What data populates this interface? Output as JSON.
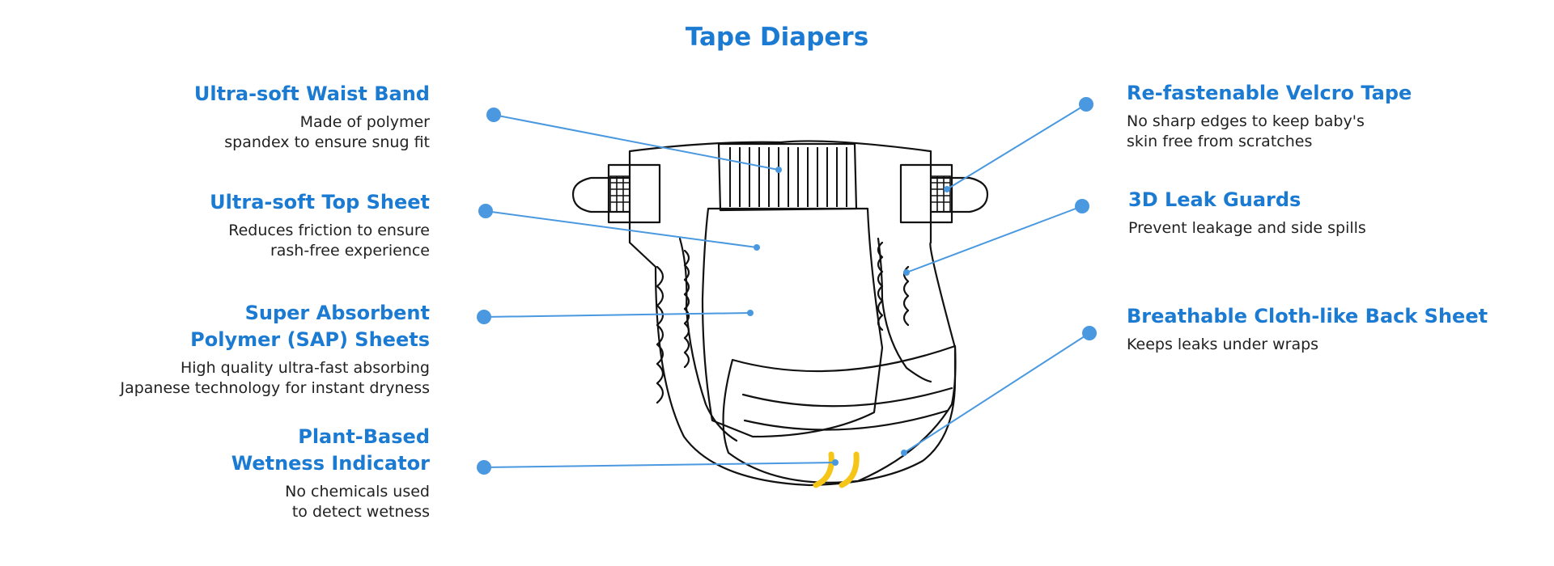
{
  "title": "Tape Diapers",
  "accent_color": "#1b7ad1",
  "marker_color": "#4a99e0",
  "indicator_color": "#f5c518",
  "features": {
    "waist_band": {
      "title": "Ultra-soft Waist Band",
      "desc": [
        "Made of polymer",
        "spandex to ensure snug fit"
      ]
    },
    "top_sheet": {
      "title": "Ultra-soft Top Sheet",
      "desc": [
        "Reduces friction to ensure",
        "rash-free experience"
      ]
    },
    "sap": {
      "title": [
        "Super Absorbent",
        "Polymer (SAP) Sheets"
      ],
      "desc": [
        "High quality ultra-fast absorbing",
        "Japanese technology for instant dryness"
      ]
    },
    "wetness": {
      "title": [
        "Plant-Based",
        "Wetness Indicator"
      ],
      "desc": [
        "No chemicals used",
        "to detect wetness"
      ]
    },
    "velcro": {
      "title": "Re-fastenable Velcro Tape",
      "desc": [
        "No sharp edges to keep baby's",
        "skin free from scratches"
      ]
    },
    "leak_guards": {
      "title": "3D Leak Guards",
      "desc": [
        "Prevent leakage and side spills"
      ]
    },
    "back_sheet": {
      "title": "Breathable Cloth-like Back Sheet",
      "desc": [
        "Keeps leaks under wraps"
      ]
    }
  }
}
